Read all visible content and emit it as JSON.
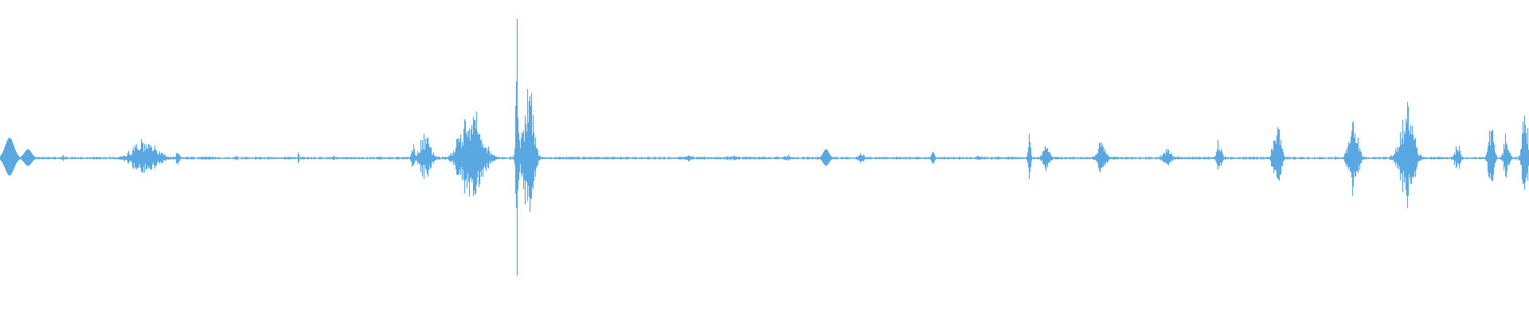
{
  "waveform": {
    "color": "#5aa8e2",
    "baseline_amplitude": 0.012,
    "bursts": [
      {
        "center": 0.006,
        "width": 0.012,
        "amplitude": 0.16,
        "density": "smooth"
      },
      {
        "center": 0.018,
        "width": 0.01,
        "amplitude": 0.07,
        "density": "smooth"
      },
      {
        "center": 0.041,
        "width": 0.002,
        "amplitude": 0.05,
        "density": "spike"
      },
      {
        "center": 0.094,
        "width": 0.028,
        "amplitude": 0.14,
        "density": "dense"
      },
      {
        "center": 0.116,
        "width": 0.004,
        "amplitude": 0.06,
        "density": "dense"
      },
      {
        "center": 0.155,
        "width": 0.002,
        "amplitude": 0.04,
        "density": "spike"
      },
      {
        "center": 0.195,
        "width": 0.002,
        "amplitude": 0.06,
        "density": "spike"
      },
      {
        "center": 0.218,
        "width": 0.002,
        "amplitude": 0.025,
        "density": "spike"
      },
      {
        "center": 0.27,
        "width": 0.004,
        "amplitude": 0.1,
        "density": "dense"
      },
      {
        "center": 0.278,
        "width": 0.012,
        "amplitude": 0.22,
        "density": "dense"
      },
      {
        "center": 0.308,
        "width": 0.024,
        "amplitude": 0.4,
        "density": "dense"
      },
      {
        "center": 0.338,
        "width": 0.006,
        "amplitude": 0.9,
        "density": "spike"
      },
      {
        "center": 0.345,
        "width": 0.012,
        "amplitude": 0.6,
        "density": "dense"
      },
      {
        "center": 0.45,
        "width": 0.01,
        "amplitude": 0.03,
        "density": "dense"
      },
      {
        "center": 0.478,
        "width": 0.014,
        "amplitude": 0.025,
        "density": "dense"
      },
      {
        "center": 0.515,
        "width": 0.01,
        "amplitude": 0.03,
        "density": "dense"
      },
      {
        "center": 0.54,
        "width": 0.008,
        "amplitude": 0.07,
        "density": "smooth"
      },
      {
        "center": 0.563,
        "width": 0.006,
        "amplitude": 0.06,
        "density": "dense"
      },
      {
        "center": 0.61,
        "width": 0.004,
        "amplitude": 0.05,
        "density": "smooth"
      },
      {
        "center": 0.64,
        "width": 0.01,
        "amplitude": 0.02,
        "density": "dense"
      },
      {
        "center": 0.673,
        "width": 0.005,
        "amplitude": 0.25,
        "density": "spike"
      },
      {
        "center": 0.684,
        "width": 0.008,
        "amplitude": 0.1,
        "density": "dense"
      },
      {
        "center": 0.72,
        "width": 0.01,
        "amplitude": 0.12,
        "density": "dense"
      },
      {
        "center": 0.763,
        "width": 0.01,
        "amplitude": 0.07,
        "density": "dense"
      },
      {
        "center": 0.797,
        "width": 0.006,
        "amplitude": 0.14,
        "density": "dense"
      },
      {
        "center": 0.835,
        "width": 0.008,
        "amplitude": 0.32,
        "density": "dense"
      },
      {
        "center": 0.885,
        "width": 0.01,
        "amplitude": 0.33,
        "density": "dense"
      },
      {
        "center": 0.92,
        "width": 0.008,
        "amplitude": 0.7,
        "density": "spike"
      },
      {
        "center": 0.92,
        "width": 0.016,
        "amplitude": 0.35,
        "density": "dense"
      },
      {
        "center": 0.953,
        "width": 0.006,
        "amplitude": 0.13,
        "density": "dense"
      },
      {
        "center": 0.975,
        "width": 0.006,
        "amplitude": 0.28,
        "density": "dense"
      },
      {
        "center": 0.985,
        "width": 0.006,
        "amplitude": 0.18,
        "density": "dense"
      },
      {
        "center": 0.997,
        "width": 0.006,
        "amplitude": 0.45,
        "density": "dense"
      }
    ]
  }
}
